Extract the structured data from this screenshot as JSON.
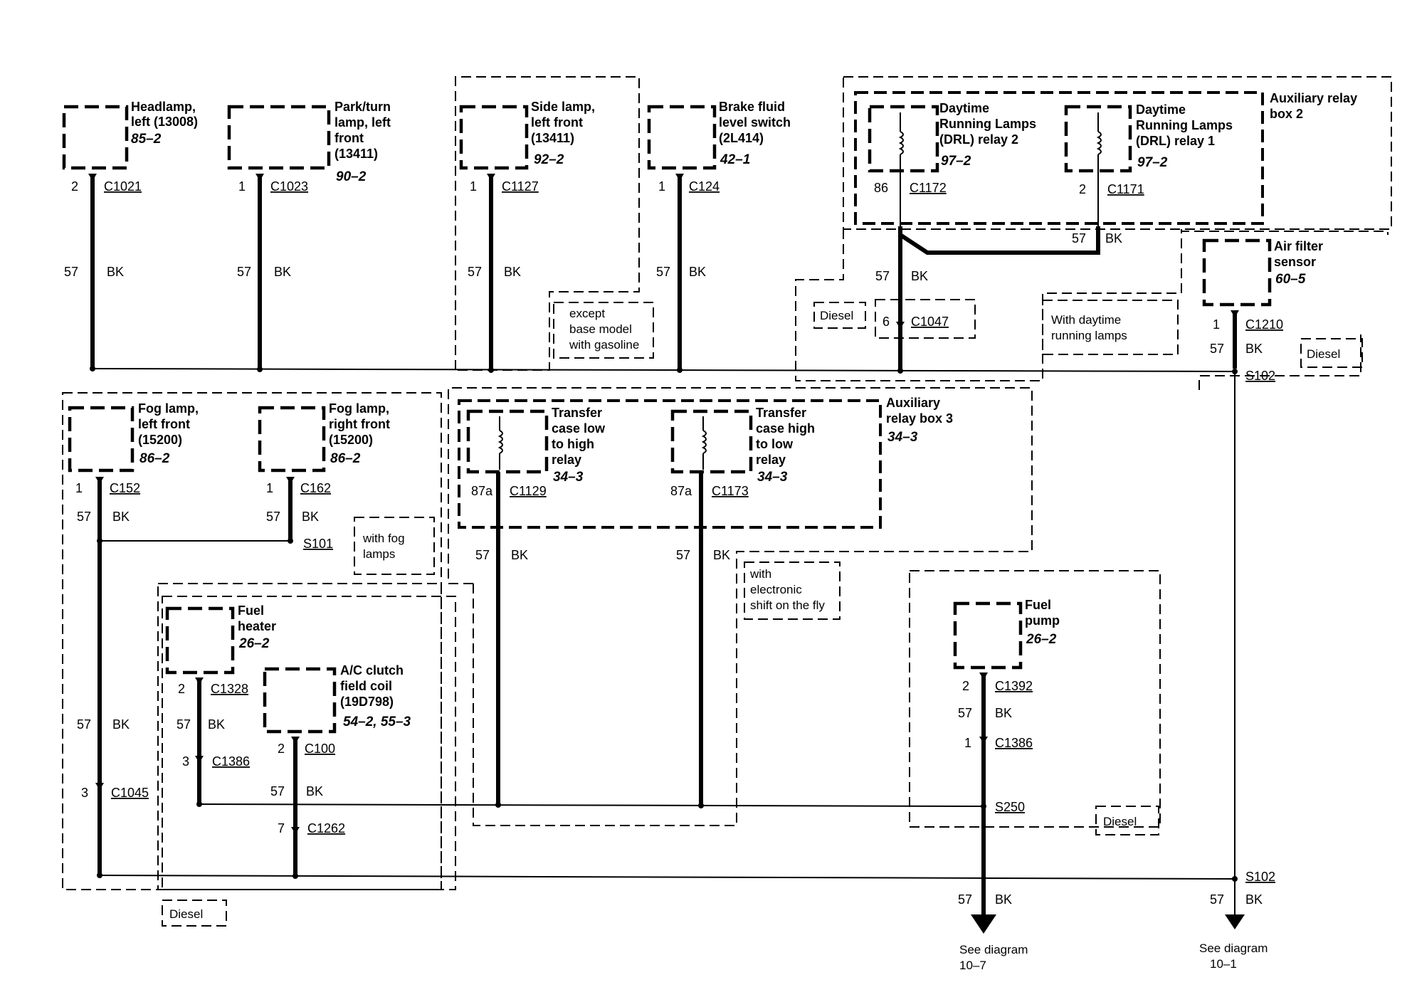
{
  "components": {
    "headlamp": {
      "name": [
        "Headlamp,",
        "left (13008)"
      ],
      "ref": "85–2",
      "pin": "2",
      "connector": "C1021",
      "wire_num": "57",
      "wire_color": "BK"
    },
    "park_turn": {
      "name": [
        "Park/turn",
        "lamp, left",
        "front",
        "(13411)"
      ],
      "ref": "90–2",
      "pin": "1",
      "connector": "C1023",
      "wire_num": "57",
      "wire_color": "BK"
    },
    "side_lamp": {
      "name": [
        "Side lamp,",
        "left front",
        "(13411)"
      ],
      "ref": "92–2",
      "pin": "1",
      "connector": "C1127",
      "wire_num": "57",
      "wire_color": "BK"
    },
    "brake_fluid": {
      "name": [
        "Brake fluid",
        "level switch",
        "(2L414)"
      ],
      "ref": "42–1",
      "pin": "1",
      "connector": "C124",
      "wire_num": "57",
      "wire_color": "BK"
    },
    "drl2": {
      "name": [
        "Daytime",
        "Running Lamps",
        "(DRL) relay 2"
      ],
      "ref": "97–2",
      "pin": "86",
      "connector": "C1172"
    },
    "drl1": {
      "name": [
        "Daytime",
        "Running Lamps",
        "(DRL) relay 1"
      ],
      "ref": "97–2",
      "pin": "2",
      "connector": "C1171",
      "wire_num": "57",
      "wire_color": "BK"
    },
    "drl_merge": {
      "wire_num": "57",
      "wire_color": "BK",
      "pin": "6",
      "connector": "C1047"
    },
    "air_filter": {
      "name": [
        "Air filter",
        "sensor"
      ],
      "ref": "60–5",
      "pin": "1",
      "connector": "C1210",
      "wire_num": "57",
      "wire_color": "BK"
    },
    "fog_left": {
      "name": [
        "Fog lamp,",
        "left front",
        "(15200)"
      ],
      "ref": "86–2",
      "pin": "1",
      "connector": "C152",
      "wire_num": "57",
      "wire_color": "BK"
    },
    "fog_right": {
      "name": [
        "Fog lamp,",
        "right front",
        "(15200)"
      ],
      "ref": "86–2",
      "pin": "1",
      "connector": "C162",
      "wire_num": "57",
      "wire_color": "BK"
    },
    "tc_low": {
      "name": [
        "Transfer",
        "case low",
        "to high",
        "relay"
      ],
      "ref": "34–3",
      "pin": "87a",
      "connector": "C1129",
      "wire_num": "57",
      "wire_color": "BK"
    },
    "tc_high": {
      "name": [
        "Transfer",
        "case high",
        "to low",
        "relay"
      ],
      "ref": "34–3",
      "pin": "87a",
      "connector": "C1173",
      "wire_num": "57",
      "wire_color": "BK"
    },
    "fuel_heater": {
      "name": [
        "Fuel",
        "heater"
      ],
      "ref": "26–2",
      "pin": "2",
      "connector": "C1328",
      "wire_num": "57",
      "wire_color": "BK",
      "pin2": "3",
      "connector2": "C1386"
    },
    "ac_clutch": {
      "name": [
        "A/C clutch",
        "field coil",
        "(19D798)"
      ],
      "ref": "54–2, 55–3",
      "pin": "2",
      "connector": "C100",
      "wire_num": "57",
      "wire_color": "BK",
      "pin2": "7",
      "connector2": "C1262"
    },
    "fuel_pump": {
      "name": [
        "Fuel",
        "pump"
      ],
      "ref": "26–2",
      "pin": "2",
      "connector": "C1392",
      "wire_num": "57",
      "wire_color": "BK",
      "pin2": "1",
      "connector2": "C1386"
    }
  },
  "fog_trunk": {
    "wire_num": "57",
    "wire_color": "BK",
    "pin": "3",
    "connector": "C1045"
  },
  "boxes": {
    "aux_relay_box_2": [
      "Auxiliary relay",
      "box 2"
    ],
    "aux_relay_box_3": [
      "Auxiliary",
      "relay box 3"
    ],
    "aux_relay_box_3_ref": "34–3"
  },
  "notes": {
    "except_base": [
      "except",
      "base model",
      "with gasoline"
    ],
    "diesel": "Diesel",
    "with_drl": [
      "With daytime",
      "running lamps"
    ],
    "with_fog": [
      "with fog",
      "lamps"
    ],
    "with_esof": [
      "with",
      "electronic",
      "shift on the fly"
    ]
  },
  "splices": {
    "s101": "S101",
    "s102": "S102",
    "s250": "S250"
  },
  "outputs": {
    "left": {
      "wire_num": "57",
      "wire_color": "BK",
      "label": [
        "See diagram",
        "10–7"
      ]
    },
    "right": {
      "wire_num": "57",
      "wire_color": "BK",
      "label": [
        "See diagram",
        "10–1"
      ]
    }
  }
}
